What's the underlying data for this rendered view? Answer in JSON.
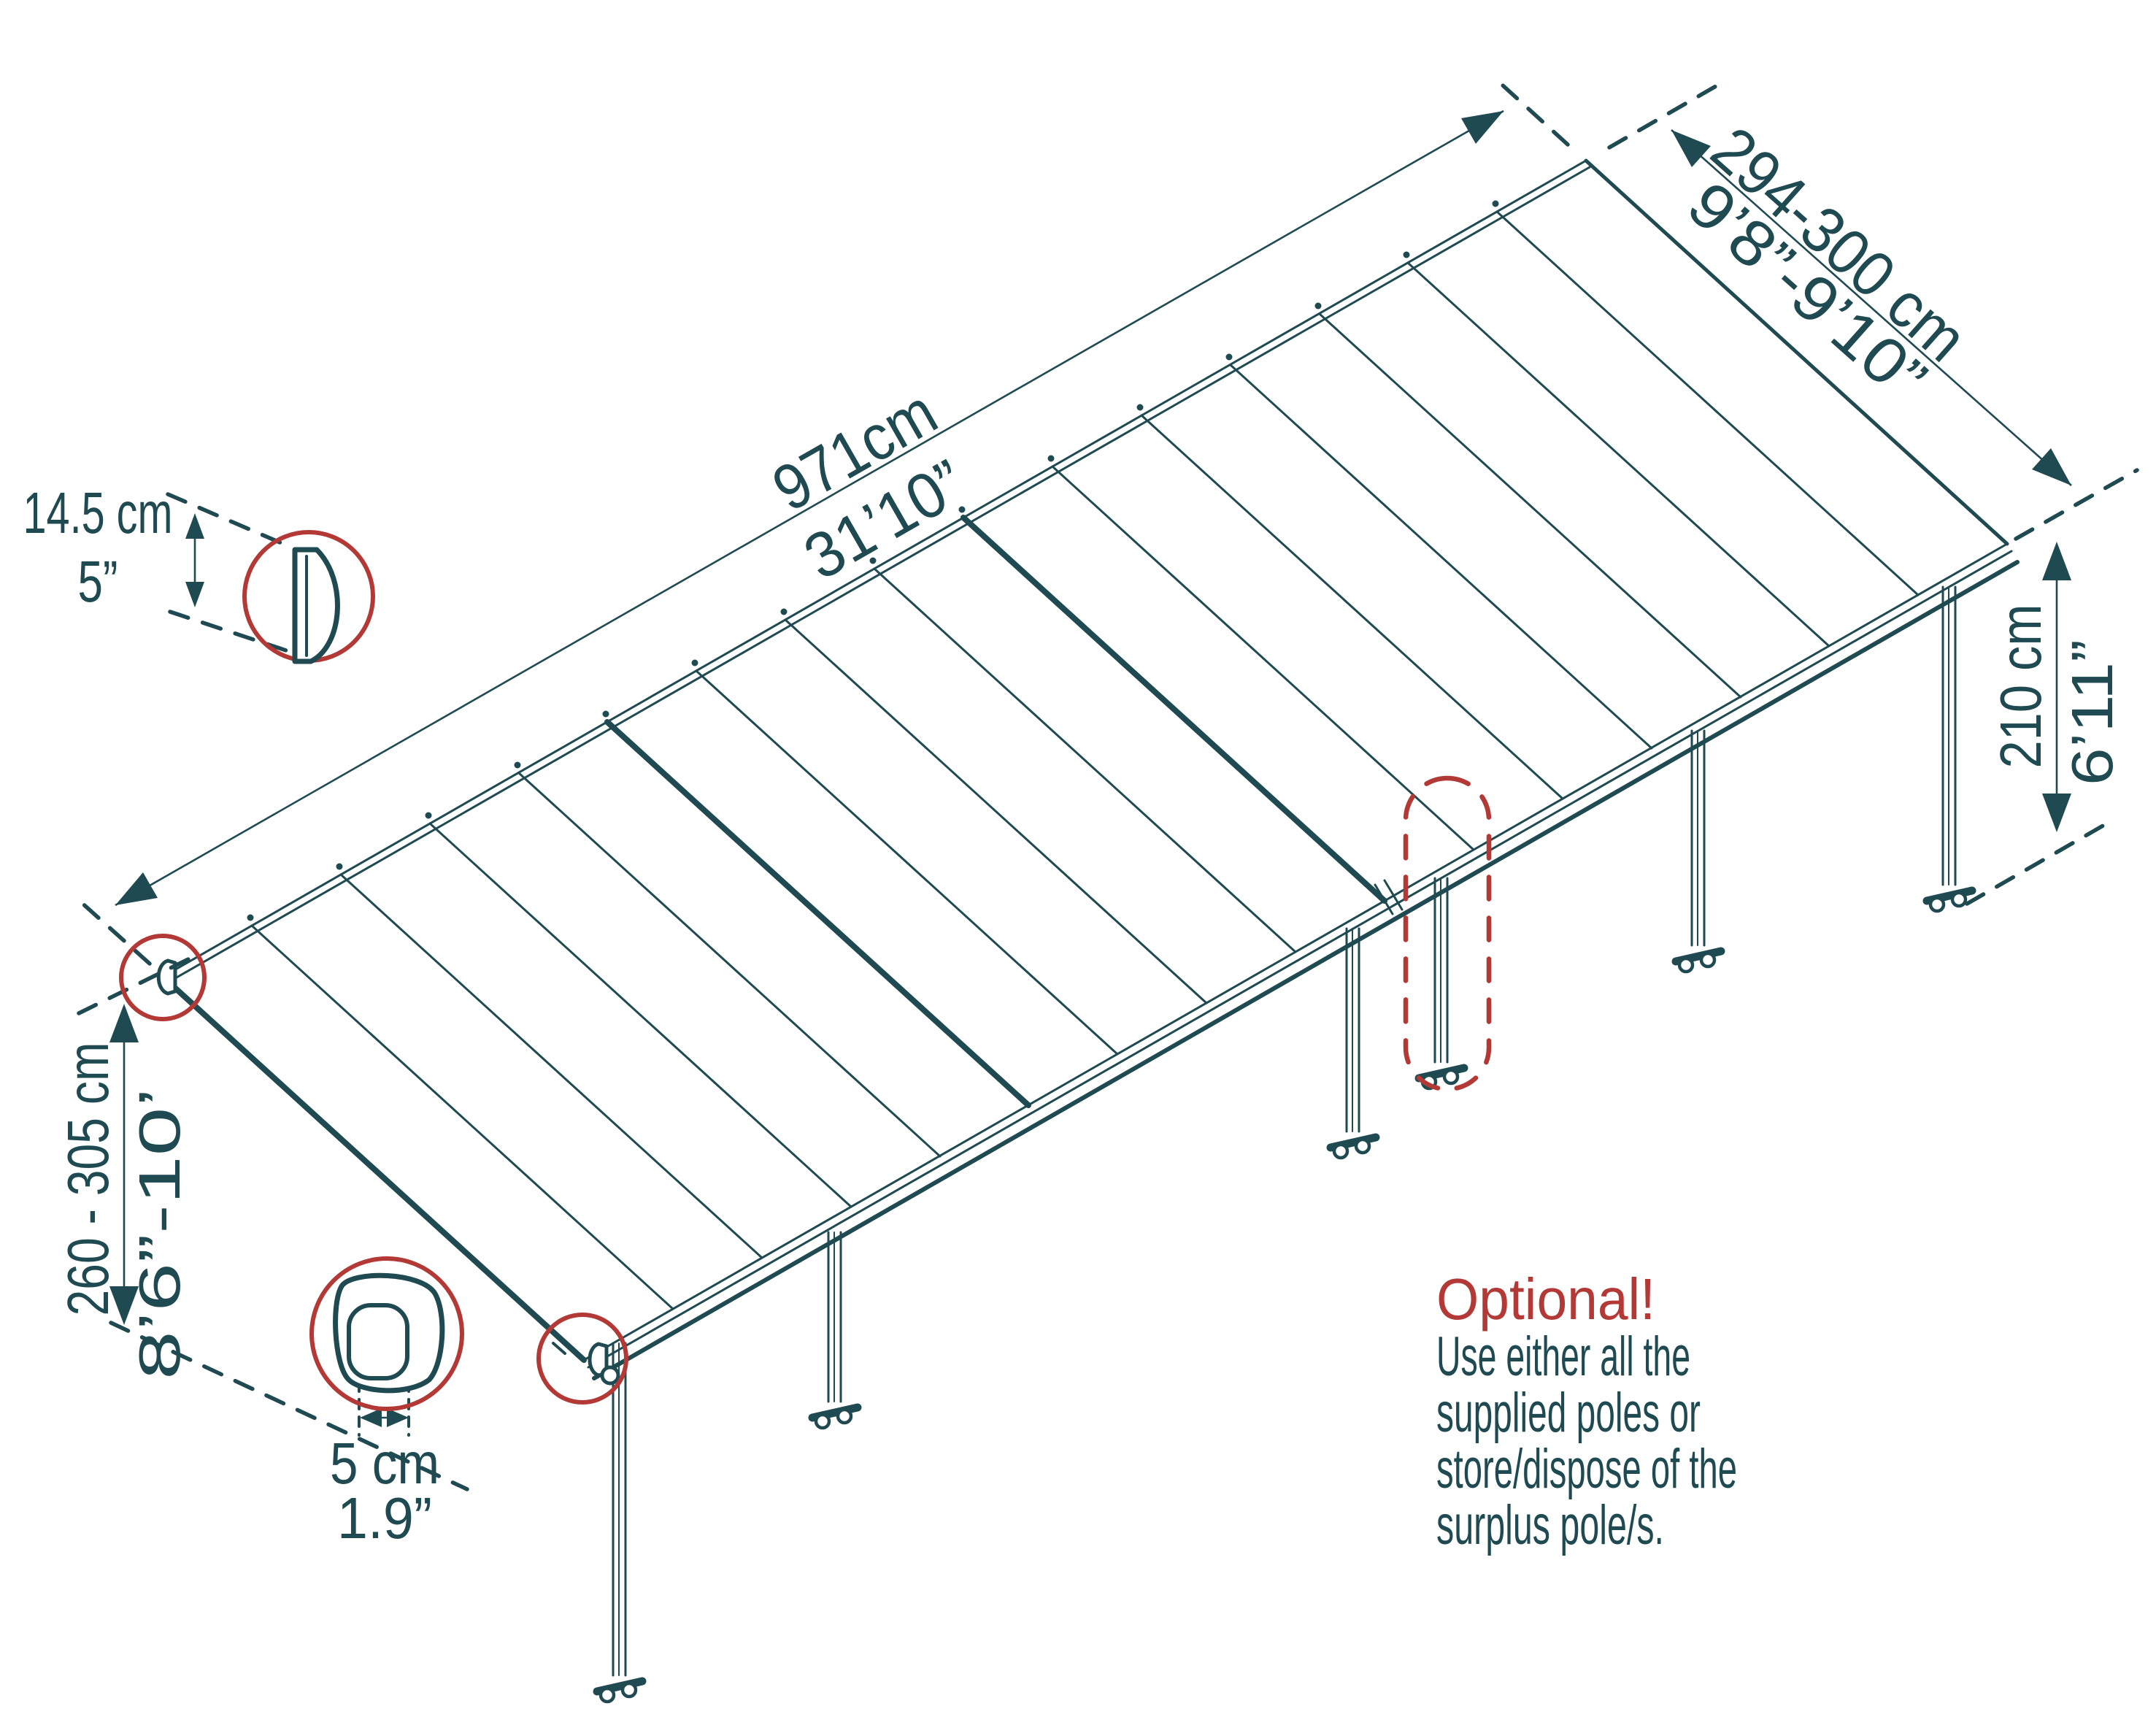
{
  "colors": {
    "ink": "#204a52",
    "accent": "#b23936",
    "background": "#ffffff"
  },
  "labels": {
    "length": {
      "metric": "971cm",
      "imperial": "31’10”"
    },
    "depth": {
      "metric": "294-300 cm",
      "imperial": "9’8”-9’10”"
    },
    "clearance": {
      "metric": "210 cm",
      "imperial": "6’11”"
    },
    "mount_height": {
      "metric": "260 - 305 cm",
      "imperial": "8’6”-10’"
    },
    "beam_profile": {
      "metric": "14.5 cm",
      "imperial": "5”"
    },
    "pole_profile": {
      "metric": "5 cm",
      "imperial": "1.9”"
    }
  },
  "note": {
    "title": "Optional!",
    "lines": [
      "Use either all the",
      "supplied poles or",
      "store/dispose of the",
      "surplus pole/s."
    ]
  }
}
